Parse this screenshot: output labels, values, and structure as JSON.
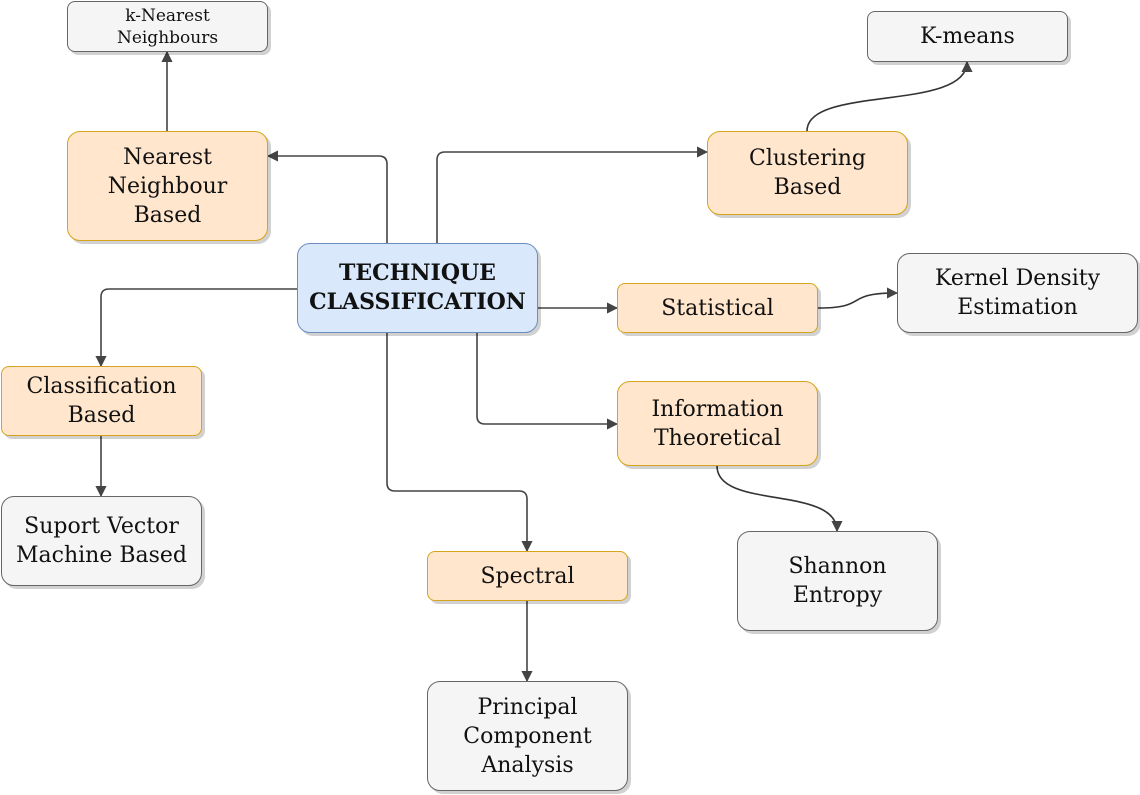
{
  "colors": {
    "root_fill": "#dae8fc",
    "root_border": "#6c8ebf",
    "category_fill": "#ffe6cc",
    "category_border": "#d6a41a",
    "leaf_fill": "#f5f5f5",
    "leaf_border": "#666666",
    "edge": "#444444"
  },
  "nodes": {
    "root": "TECHNIQUE\nCLASSIFICATION",
    "nearest_neighbour": "Nearest\nNeighbour\nBased",
    "knn": "k-Nearest\nNeighbours",
    "clustering": "Clustering\nBased",
    "kmeans": "K-means",
    "statistical": "Statistical",
    "kde": "Kernel Density\nEstimation",
    "information": "Information\nTheoretical",
    "shannon": "Shannon\nEntropy",
    "classification": "Classification\nBased",
    "svm": "Suport Vector\nMachine Based",
    "spectral": "Spectral",
    "pca": "Principal\nComponent\nAnalysis"
  }
}
